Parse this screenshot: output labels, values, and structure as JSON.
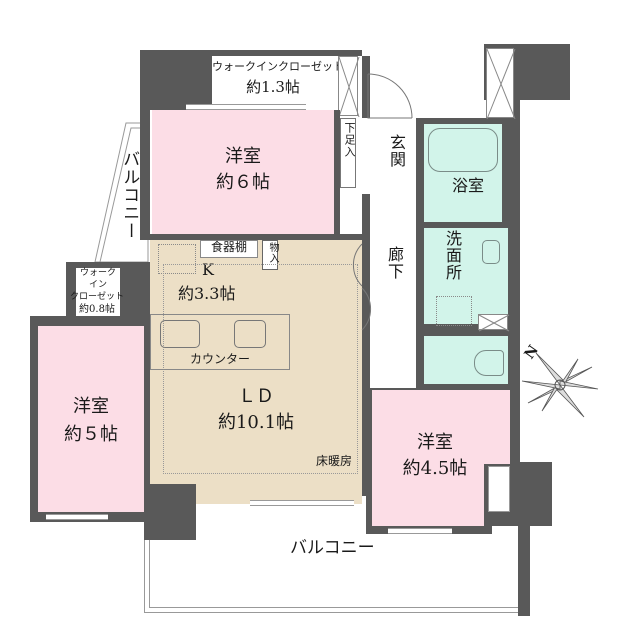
{
  "floor_plan": {
    "rooms": {
      "wic_top": {
        "name": "ウォークインクローゼット",
        "size": "約1.3帖"
      },
      "western_6": {
        "name": "洋室",
        "size": "約６帖"
      },
      "genkan": {
        "name": "玄関"
      },
      "shoe_box": {
        "name": "下足入"
      },
      "bath": {
        "name": "浴室"
      },
      "washroom": {
        "name": "洗面所"
      },
      "corridor": {
        "name": "廊下"
      },
      "kitchen": {
        "name": "K",
        "size": "約3.3帖",
        "cupboard": "食器棚",
        "storage": "物入",
        "counter": "カウンター"
      },
      "ld": {
        "name": "ＬＤ",
        "size": "約10.1帖",
        "floor_heating": "床暖房"
      },
      "wic_left": {
        "line1": "ウォーク",
        "line2": "イン",
        "line3": "クローゼット",
        "size": "約0.8帖"
      },
      "western_5": {
        "name": "洋室",
        "size": "約５帖"
      },
      "western_45": {
        "name": "洋室",
        "size": "約4.5帖"
      },
      "balcony_left": {
        "name": "バルコニー"
      },
      "balcony_bottom": {
        "name": "バルコニー"
      }
    },
    "compass": {
      "label": "N"
    },
    "colors": {
      "wall": "#595959",
      "western_room": "#fcdde6",
      "ldk": "#ecdfc6",
      "wet_area": "#d2f4ea",
      "background": "#ffffff"
    }
  }
}
